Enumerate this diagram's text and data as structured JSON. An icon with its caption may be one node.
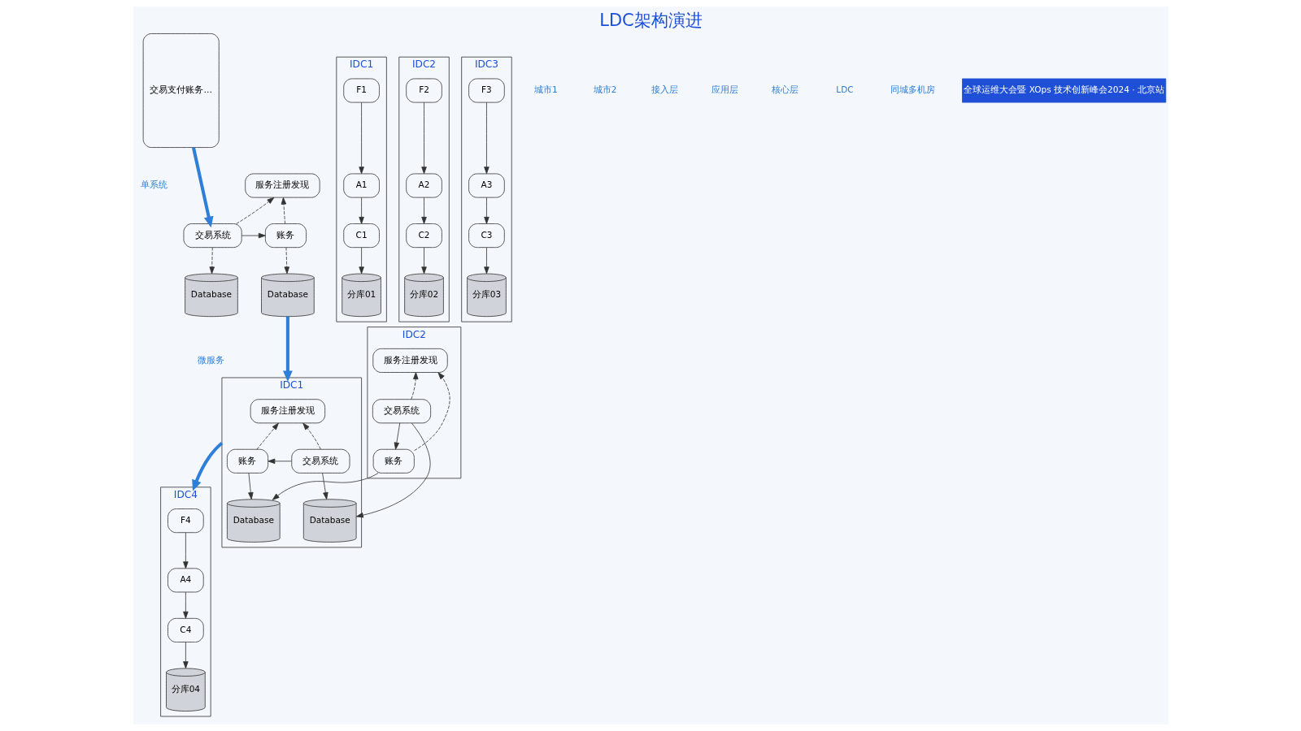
{
  "diagram": {
    "title": "LDC架构演进",
    "caption": "全球运维大会暨 XOps 技术创新峰会2024 · 北京站",
    "nodes": [
      {
        "text": [
          "交易支付账务…"
        ]
      },
      {
        "text": [
          "服务注册发现"
        ]
      },
      {
        "text": [
          "交易系统"
        ]
      },
      {
        "text": [
          "账务"
        ]
      },
      {
        "text": [
          "Database"
        ]
      },
      {
        "text": [
          "Database"
        ]
      },
      {
        "text": [
          "IDC1"
        ]
      },
      {
        "text": [
          "服务注册发现"
        ],
        "in": 6
      },
      {
        "text": [
          "交易系统"
        ],
        "in": 6
      },
      {
        "text": [
          "账务"
        ],
        "in": 6
      },
      {
        "text": [
          "Database"
        ],
        "in": 6
      },
      {
        "text": [
          "Database"
        ],
        "in": 6
      },
      {
        "text": [
          "IDC2"
        ]
      },
      {
        "text": [
          "服务注册发现"
        ],
        "in": 12
      },
      {
        "text": [
          "交易系统"
        ],
        "in": 12
      },
      {
        "text": [
          "账务"
        ],
        "in": 12
      },
      {
        "text": [
          "IDC1"
        ]
      },
      {
        "text": [
          "F1"
        ],
        "in": 16
      },
      {
        "text": [
          "A1"
        ],
        "in": 16
      },
      {
        "text": [
          "C1"
        ],
        "in": 16
      },
      {
        "text": [
          "分库01"
        ],
        "in": 16
      },
      {
        "text": [
          "IDC2"
        ]
      },
      {
        "text": [
          "F2"
        ],
        "in": 21
      },
      {
        "text": [
          "A2"
        ],
        "in": 21
      },
      {
        "text": [
          "C2"
        ],
        "in": 21
      },
      {
        "text": [
          "分库02"
        ],
        "in": 21
      },
      {
        "text": [
          "IDC3"
        ]
      },
      {
        "text": [
          "F3"
        ],
        "in": 26
      },
      {
        "text": [
          "A3"
        ],
        "in": 26
      },
      {
        "text": [
          "C3"
        ],
        "in": 26
      },
      {
        "text": [
          "分库03"
        ],
        "in": 26
      },
      {
        "text": [
          "IDC4"
        ]
      },
      {
        "text": [
          "F4"
        ],
        "in": 31
      },
      {
        "text": [
          "A4"
        ],
        "in": 31
      },
      {
        "text": [
          "C4"
        ],
        "in": 31
      },
      {
        "text": [
          "分库04"
        ],
        "in": 31
      }
    ],
    "edges": [
      {
        "from": 0,
        "to": 2,
        "arrow": "to",
        "style": "thick",
        "color": "#2f7fd8"
      },
      {
        "from": 2,
        "to": 1,
        "arrow": "to",
        "style": "dashed"
      },
      {
        "from": 3,
        "to": 1,
        "arrow": "to",
        "style": "dashed"
      },
      {
        "from": 2,
        "to": 3,
        "arrow": "to"
      },
      {
        "from": 2,
        "to": 4,
        "arrow": "to",
        "style": "dashed"
      },
      {
        "from": 3,
        "to": 5,
        "arrow": "to",
        "style": "dashed"
      },
      {
        "from": 5,
        "to": 6,
        "arrow": "to",
        "style": "thick",
        "color": "#2f7fd8"
      },
      {
        "from": 8,
        "to": 7,
        "arrow": "to",
        "style": "dashed"
      },
      {
        "from": 9,
        "to": 7,
        "arrow": "to",
        "style": "dashed"
      },
      {
        "from": 8,
        "to": 9,
        "arrow": "to"
      },
      {
        "from": 8,
        "to": 10,
        "arrow": "to"
      },
      {
        "from": 9,
        "to": 11,
        "arrow": "to"
      },
      {
        "from": 14,
        "to": 13,
        "arrow": "to",
        "style": "dashed"
      },
      {
        "from": 15,
        "to": 13,
        "arrow": "to",
        "style": "dashed"
      },
      {
        "from": 14,
        "to": 15,
        "arrow": "to"
      },
      {
        "from": 14,
        "to": 10,
        "arrow": "to"
      },
      {
        "from": 15,
        "to": 11,
        "arrow": "to"
      },
      {
        "from": 6,
        "to": 31,
        "arrow": "to",
        "style": "thick",
        "color": "#2f7fd8"
      },
      {
        "from": 17,
        "to": 18,
        "arrow": "to"
      },
      {
        "from": 18,
        "to": 19,
        "arrow": "to"
      },
      {
        "from": 19,
        "to": 20,
        "arrow": "to"
      },
      {
        "from": 22,
        "to": 23,
        "arrow": "to"
      },
      {
        "from": 23,
        "to": 24,
        "arrow": "to"
      },
      {
        "from": 24,
        "to": 25,
        "arrow": "to"
      },
      {
        "from": 27,
        "to": 28,
        "arrow": "to"
      },
      {
        "from": 28,
        "to": 29,
        "arrow": "to"
      },
      {
        "from": 29,
        "to": 30,
        "arrow": "to"
      },
      {
        "from": 32,
        "to": 33,
        "arrow": "to"
      },
      {
        "from": 33,
        "to": 34,
        "arrow": "to"
      },
      {
        "from": 34,
        "to": 35,
        "arrow": "to"
      }
    ],
    "labels": [
      "单系统",
      "微服务",
      "城市1",
      "城市2",
      "接入层",
      "应用层",
      "核心层",
      "LDC",
      "同城多机房"
    ]
  }
}
